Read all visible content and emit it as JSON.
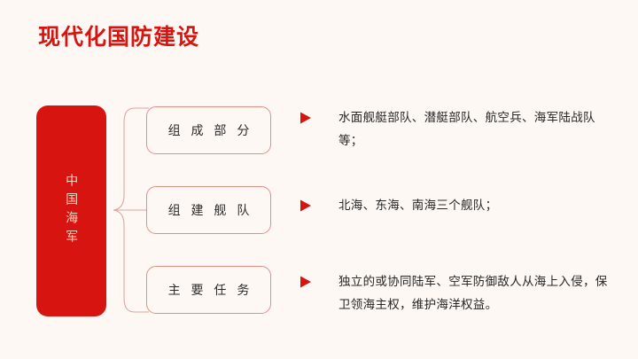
{
  "slide": {
    "title": "现代化国防建设",
    "background_color": "#fdf8f4",
    "accent_color": "#d7140f",
    "box_border_color": "#e08f87",
    "pillar_text_color": "#f7d9c4"
  },
  "pillar": {
    "label": "中国海军"
  },
  "nodes": [
    {
      "label": "组 成 部 分"
    },
    {
      "label": "组 建 舰 队"
    },
    {
      "label": "主 要 任 务"
    }
  ],
  "details": [
    {
      "bullet_icon": "triangle-right-icon",
      "text": "水面舰艇部队、潜艇部队、航空兵、海军陆战队等；"
    },
    {
      "bullet_icon": "triangle-right-icon",
      "text": "北海、东海、南海三个舰队；"
    },
    {
      "bullet_icon": "triangle-right-icon",
      "text": "独立的或协同陆军、空军防御敌人从海上入侵，保卫领海主权，维护海洋权益。"
    }
  ]
}
